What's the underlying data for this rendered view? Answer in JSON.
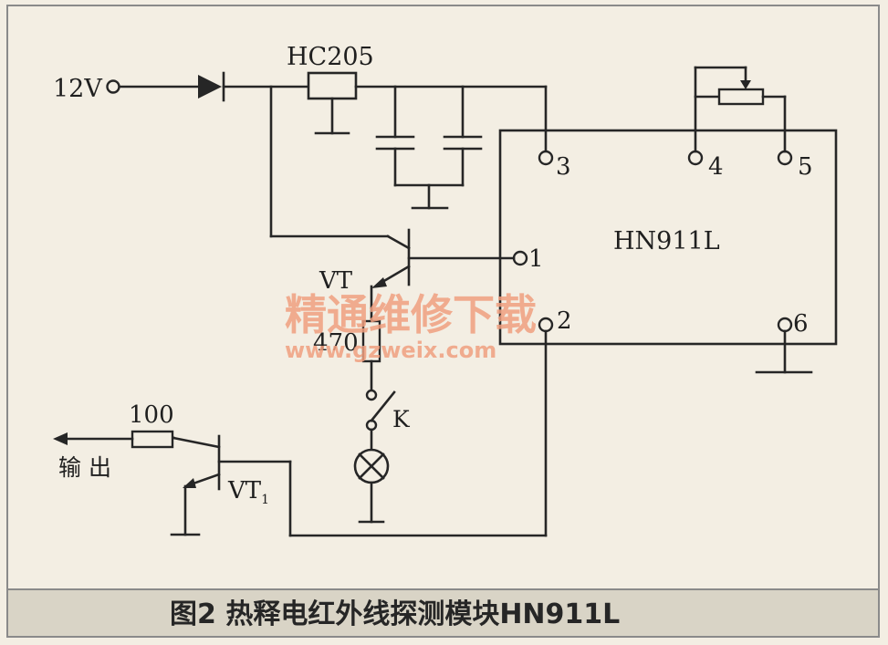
{
  "supply_label": "12V",
  "regulator_label": "HC205",
  "module_label": "HN911L",
  "pins": {
    "p1": "1",
    "p2": "2",
    "p3": "3",
    "p4": "4",
    "p5": "5",
    "p6": "6"
  },
  "transistor1_label": "VT",
  "resistor1_label": "470",
  "switch_label": "K",
  "resistor2_label": "100",
  "transistor2_label": "VT",
  "transistor2_subscript": "1",
  "output_label": "输 出",
  "caption": "图2  热释电红外线探测模块HN911L",
  "watermark": {
    "line1": "精通维修下载",
    "line2": "www.gzweix.com"
  }
}
